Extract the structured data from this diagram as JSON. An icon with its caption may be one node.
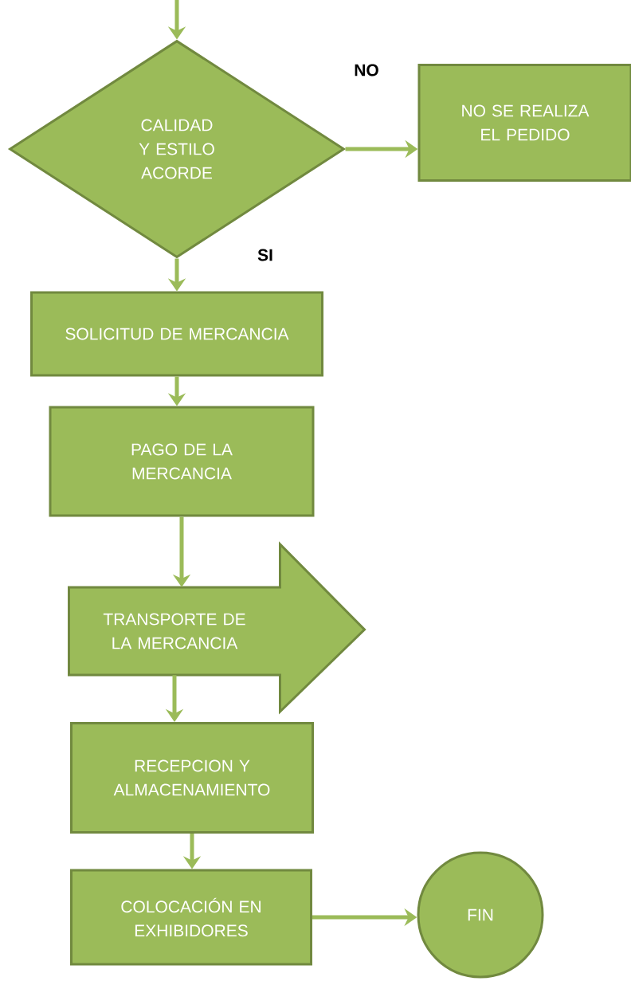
{
  "diagram": {
    "nodes": [
      {
        "text": [
          "CALIDAD Y ESTILO ACORDE"
        ]
      },
      {
        "text": [
          "NO SE REALIZA EL PEDIDO"
        ]
      },
      {
        "text": [
          "SOLICITUD DE MERCANCIA"
        ]
      },
      {
        "text": [
          "PAGO DE LA MERCANCIA"
        ]
      },
      {
        "text": [
          "TRANSPORTE DE LA MERCANCIA"
        ]
      },
      {
        "text": [
          "RECEPCION Y ALMACENAMIENTO"
        ]
      },
      {
        "text": [
          "COLOCACIÓN EN EXHIBIDORES"
        ]
      },
      {
        "text": [
          "FIN"
        ]
      }
    ],
    "edges": [
      {
        "from": null,
        "to": 0,
        "arrow": "to"
      },
      {
        "from": 0,
        "to": 1,
        "arrow": "to",
        "label": "NO"
      },
      {
        "from": 0,
        "to": 2,
        "arrow": "to",
        "label": "SI"
      },
      {
        "from": 2,
        "to": 3,
        "arrow": "to"
      },
      {
        "from": 3,
        "to": 4,
        "arrow": "to"
      },
      {
        "from": 4,
        "to": 5,
        "arrow": "to"
      },
      {
        "from": 5,
        "to": 6,
        "arrow": "to"
      },
      {
        "from": 6,
        "to": 7,
        "arrow": "to"
      }
    ]
  }
}
